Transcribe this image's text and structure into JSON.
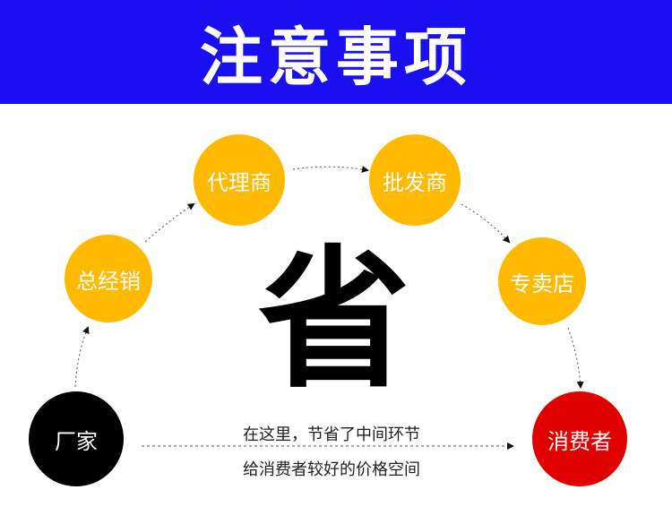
{
  "banner": {
    "title": "注意事项",
    "color": "#1a0ff0"
  },
  "nodes": {
    "factory": {
      "label": "厂家",
      "color": "#000000"
    },
    "general_distributor": {
      "label": "总经销",
      "color": "#ffb900"
    },
    "agent": {
      "label": "代理商",
      "color": "#ffb900"
    },
    "wholesaler": {
      "label": "批发商",
      "color": "#ffb900"
    },
    "retail_store": {
      "label": "专卖店",
      "color": "#ffb900"
    },
    "consumer": {
      "label": "消费者",
      "color": "#e00000"
    }
  },
  "center_char": "省",
  "caption": {
    "line1": "在这里，节省了中间环节",
    "line2": "给消费者较好的价格空间"
  }
}
